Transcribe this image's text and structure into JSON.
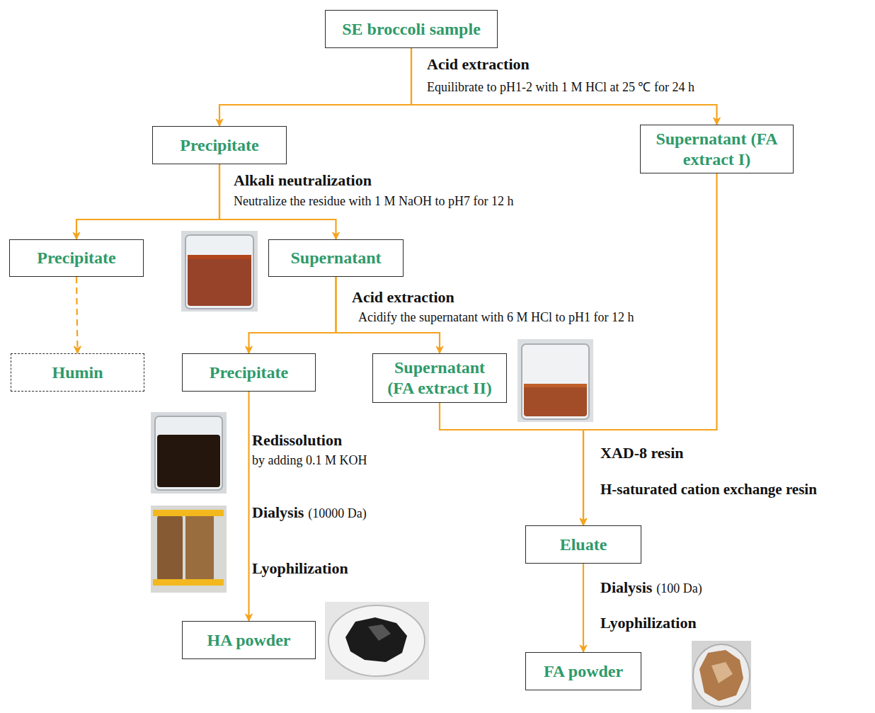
{
  "diagram": {
    "nodes": [
      {
        "text": [
          "SE broccoli sample"
        ]
      },
      {
        "text": [
          "Precipitate"
        ]
      },
      {
        "text": [
          "Supernatant (FA extract I)"
        ]
      },
      {
        "text": [
          "Precipitate"
        ]
      },
      {
        "text": [
          "Supernatant"
        ]
      },
      {
        "text": [
          "Humin"
        ]
      },
      {
        "text": [
          "Precipitate"
        ]
      },
      {
        "text": [
          "Supernatant (FA extract II)"
        ]
      },
      {
        "text": [
          "HA powder"
        ]
      },
      {
        "text": [
          "Eluate"
        ]
      },
      {
        "text": [
          "FA powder"
        ]
      }
    ],
    "edges": [
      {
        "from": 0,
        "to": 1,
        "arrow": "to"
      },
      {
        "from": 0,
        "to": 2,
        "arrow": "to"
      },
      {
        "from": 1,
        "to": 3,
        "arrow": "to"
      },
      {
        "from": 1,
        "to": 4,
        "arrow": "to"
      },
      {
        "from": 3,
        "to": 5,
        "arrow": "to"
      },
      {
        "from": 4,
        "to": 6,
        "arrow": "to"
      },
      {
        "from": 4,
        "to": 7,
        "arrow": "to"
      },
      {
        "from": 6,
        "to": 8,
        "arrow": "to"
      },
      {
        "from": 7,
        "to": 9,
        "arrow": "to"
      },
      {
        "from": 2,
        "to": 9,
        "arrow": "to"
      },
      {
        "from": 9,
        "to": 10,
        "arrow": "to"
      }
    ],
    "labels": [
      "Acid extraction",
      "Equilibrate to pH1-2 with 1 M HCl at 25 ℃ for 24 h",
      "Alkali neutralization",
      "Neutralize the residue with 1 M NaOH to pH7 for 12 h",
      "Acid extraction",
      "Acidify the supernatant with 6 M HCl to pH1 for 12 h",
      "Redissolution",
      "by adding 0.1 M KOH",
      "Dialysis",
      "(10000 Da)",
      "Lyophilization",
      "XAD-8 resin",
      "H-saturated cation exchange resin",
      "Dialysis",
      "(100 Da)",
      "Lyophilization"
    ]
  }
}
